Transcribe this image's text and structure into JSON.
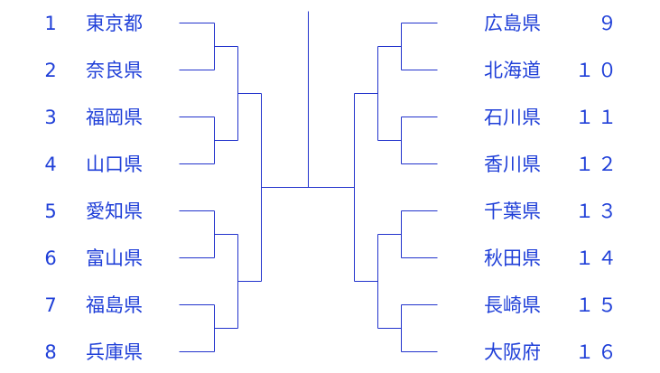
{
  "bracket": {
    "color": "#1f3fd8",
    "left_teams": [
      {
        "seed": "1",
        "name": "東京都"
      },
      {
        "seed": "2",
        "name": "奈良県"
      },
      {
        "seed": "3",
        "name": "福岡県"
      },
      {
        "seed": "4",
        "name": "山口県"
      },
      {
        "seed": "5",
        "name": "愛知県"
      },
      {
        "seed": "6",
        "name": "富山県"
      },
      {
        "seed": "7",
        "name": "福島県"
      },
      {
        "seed": "8",
        "name": "兵庫県"
      }
    ],
    "right_teams": [
      {
        "seed": "９",
        "name": "広島県"
      },
      {
        "seed": "１０",
        "name": "北海道"
      },
      {
        "seed": "１１",
        "name": "石川県"
      },
      {
        "seed": "１２",
        "name": "香川県"
      },
      {
        "seed": "１３",
        "name": "千葉県"
      },
      {
        "seed": "１４",
        "name": "秋田県"
      },
      {
        "seed": "１５",
        "name": "長崎県"
      },
      {
        "seed": "１６",
        "name": "大阪府"
      }
    ]
  }
}
